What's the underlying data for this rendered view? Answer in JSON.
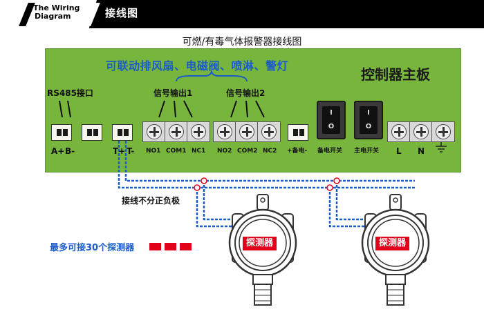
{
  "header": {
    "en_line1": "The Wiring",
    "en_line2": "Diagram",
    "zh": "接线图"
  },
  "title": "可燃/有毒气体报警器接线图",
  "board": {
    "title": "控制器主板",
    "function_text": "可联动排风扇、电磁阀、喷淋、警灯",
    "rs485": "RS485接口",
    "signal_out_1": "信号输出1",
    "signal_out_2": "信号输出2",
    "terminals": [
      "A+",
      "B-",
      "T+",
      "T-",
      "NO1",
      "COM1",
      "NC1",
      "NO2",
      "COM2",
      "NC2",
      "+备电-",
      "备电开关",
      "主电开关",
      "L",
      "N"
    ],
    "switch_on": "I",
    "switch_off": "O"
  },
  "note_polarity": "接线不分正负极",
  "max_detectors": "最多可接30个探测器",
  "detector_label": "探测器",
  "colors": {
    "board": "#77b53d",
    "wire": "#1a5cc8",
    "accent_red": "#e0001a"
  }
}
